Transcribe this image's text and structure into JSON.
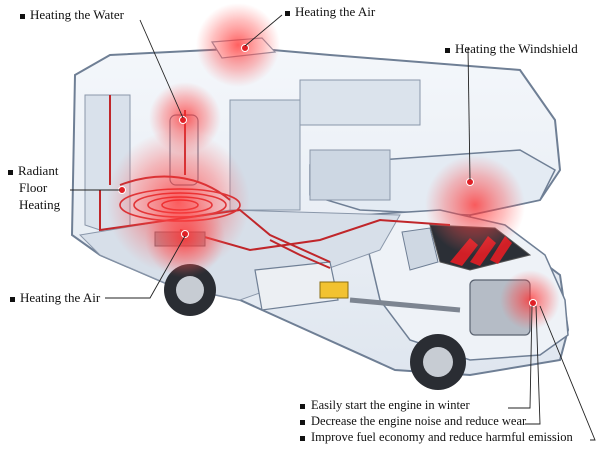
{
  "labels": {
    "heating_water": "Heating the Water",
    "heating_air_top": "Heating the Air",
    "heating_windshield": "Heating the Windshield",
    "radiant_floor": [
      "Radiant",
      "Floor",
      "Heating"
    ],
    "heating_air_bottom": "Heating the Air"
  },
  "benefits": [
    "Easily start the engine in winter",
    "Decrease the engine noise and reduce wear",
    "Improve fuel economy and reduce harmful emission"
  ],
  "colors": {
    "heat_glow": "#ff3b3b",
    "body_outline": "#6f7f95",
    "body_fill": "#e9eef5",
    "pipe": "#c0262a"
  }
}
